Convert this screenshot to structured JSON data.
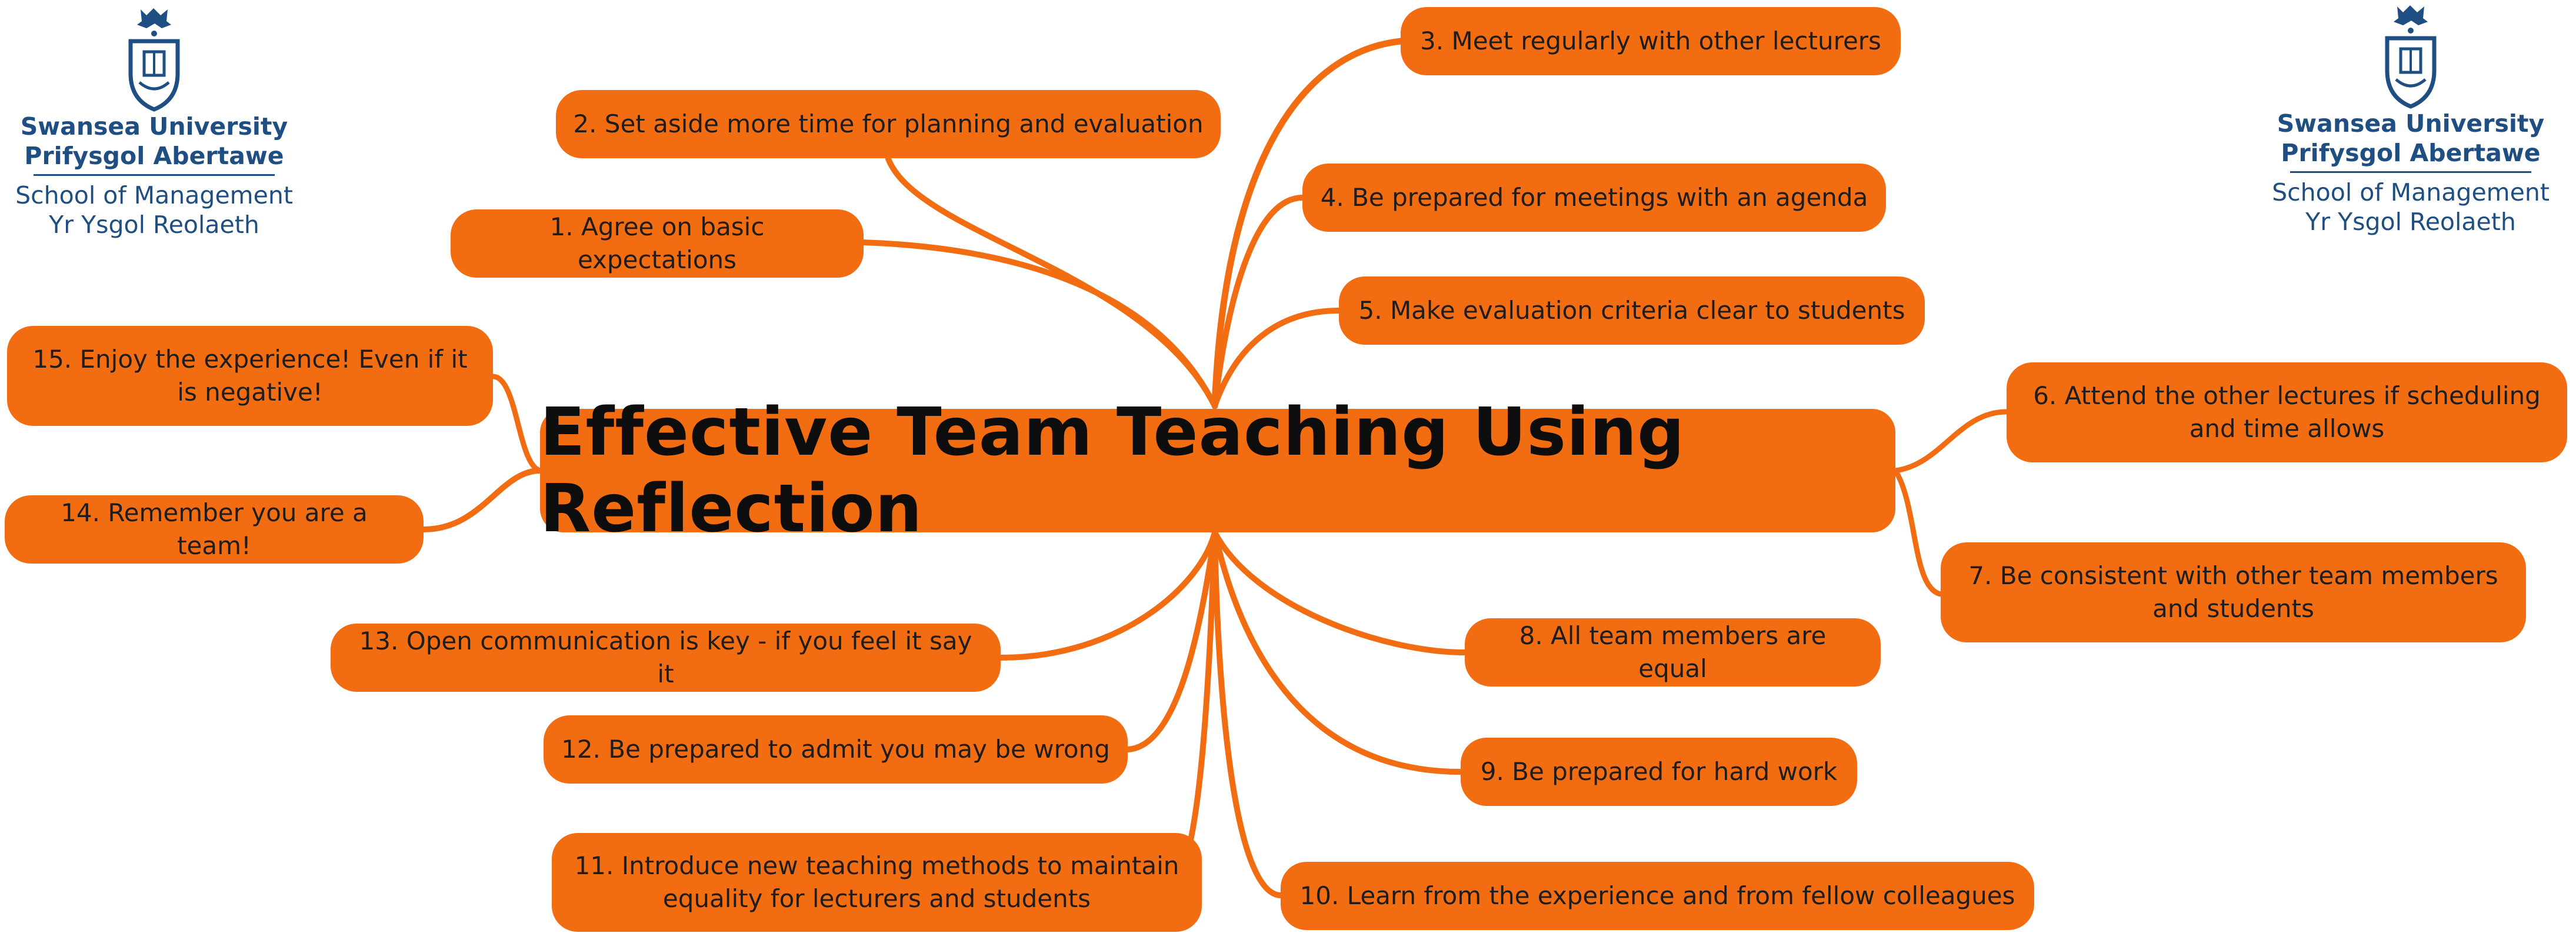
{
  "center_title": "Effective Team Teaching Using Reflection",
  "branches": [
    "1. Agree on basic expectations",
    "2. Set aside more time for planning and evaluation",
    "3. Meet regularly with other lecturers",
    "4. Be prepared for meetings with an agenda",
    "5. Make evaluation criteria clear to students",
    "6. Attend the other lectures if scheduling and time allows",
    "7. Be consistent with other team members and students",
    "8. All team members are equal",
    "9. Be prepared for hard work",
    "10. Learn from the experience and from fellow colleagues",
    "11. Introduce new teaching methods to maintain equality for lecturers and students",
    "12. Be prepared to admit you may be wrong",
    "13. Open communication is key - if you feel it say it",
    "14. Remember you are a team!",
    "15. Enjoy the experience! Even if it is negative!"
  ],
  "logo": {
    "line1": "Swansea University",
    "line2": "Prifysgol Abertawe",
    "line3": "School of Management",
    "line4": "Yr Ysgol Reolaeth",
    "icon": "swansea-crest-icon"
  },
  "colors": {
    "node_fill": "#f26c12",
    "connector": "#f26c12",
    "text": "#1d1d1d",
    "logo_blue": "#1f4e82"
  }
}
